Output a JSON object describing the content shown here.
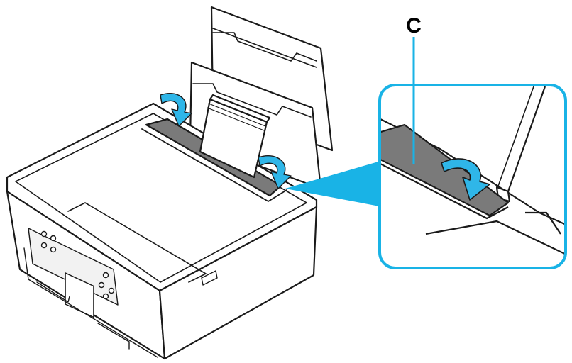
{
  "callout": {
    "label": "C",
    "accent_color": "#19b3e6"
  },
  "colors": {
    "outline": "#1a1a1a",
    "printer_body": "#ffffff",
    "panel_fill": "#f2f2f2",
    "slot_fill": "#7a7a7a",
    "paper": "#ffffff",
    "arrow_fill": "#2fb6e8"
  },
  "icons": [
    "printer-illustration",
    "paper-support",
    "paper-stack",
    "curved-arrow-icon",
    "zoom-callout"
  ]
}
